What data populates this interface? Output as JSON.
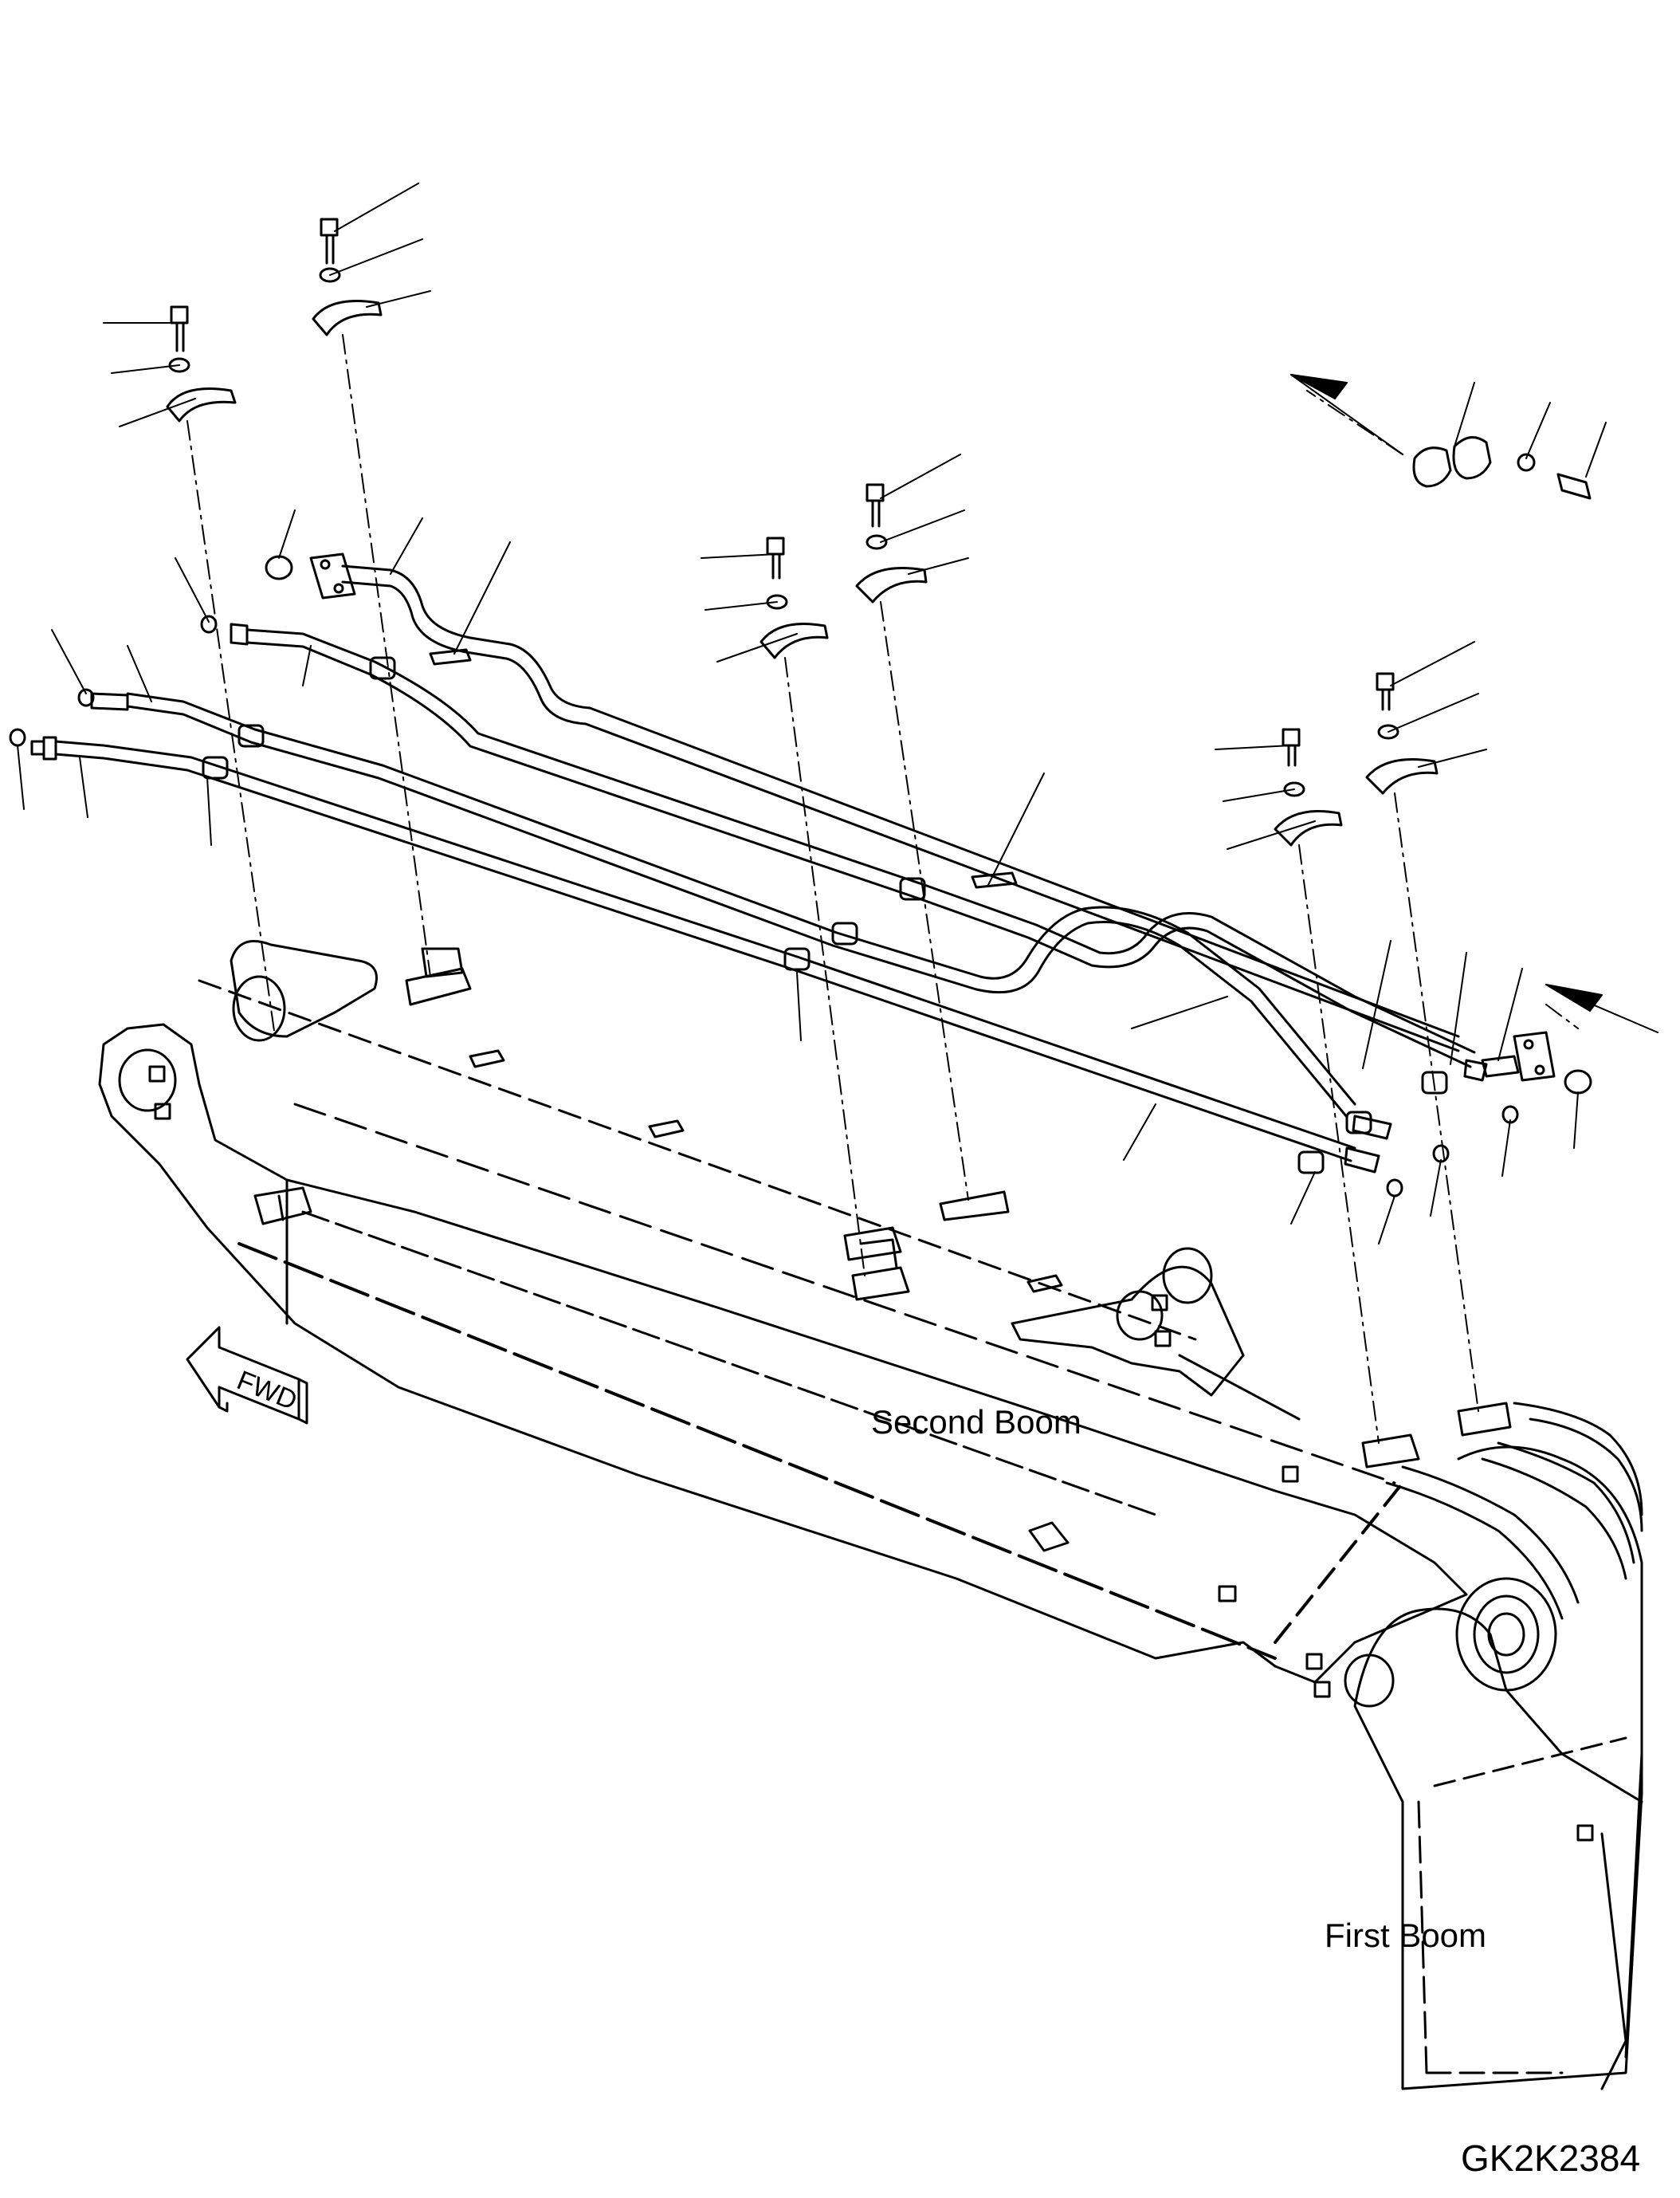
{
  "labels": {
    "second_boom": "Second Boom",
    "first_boom": "First Boom",
    "drawing_code": "GK2K2384",
    "fwd": "FWD"
  }
}
